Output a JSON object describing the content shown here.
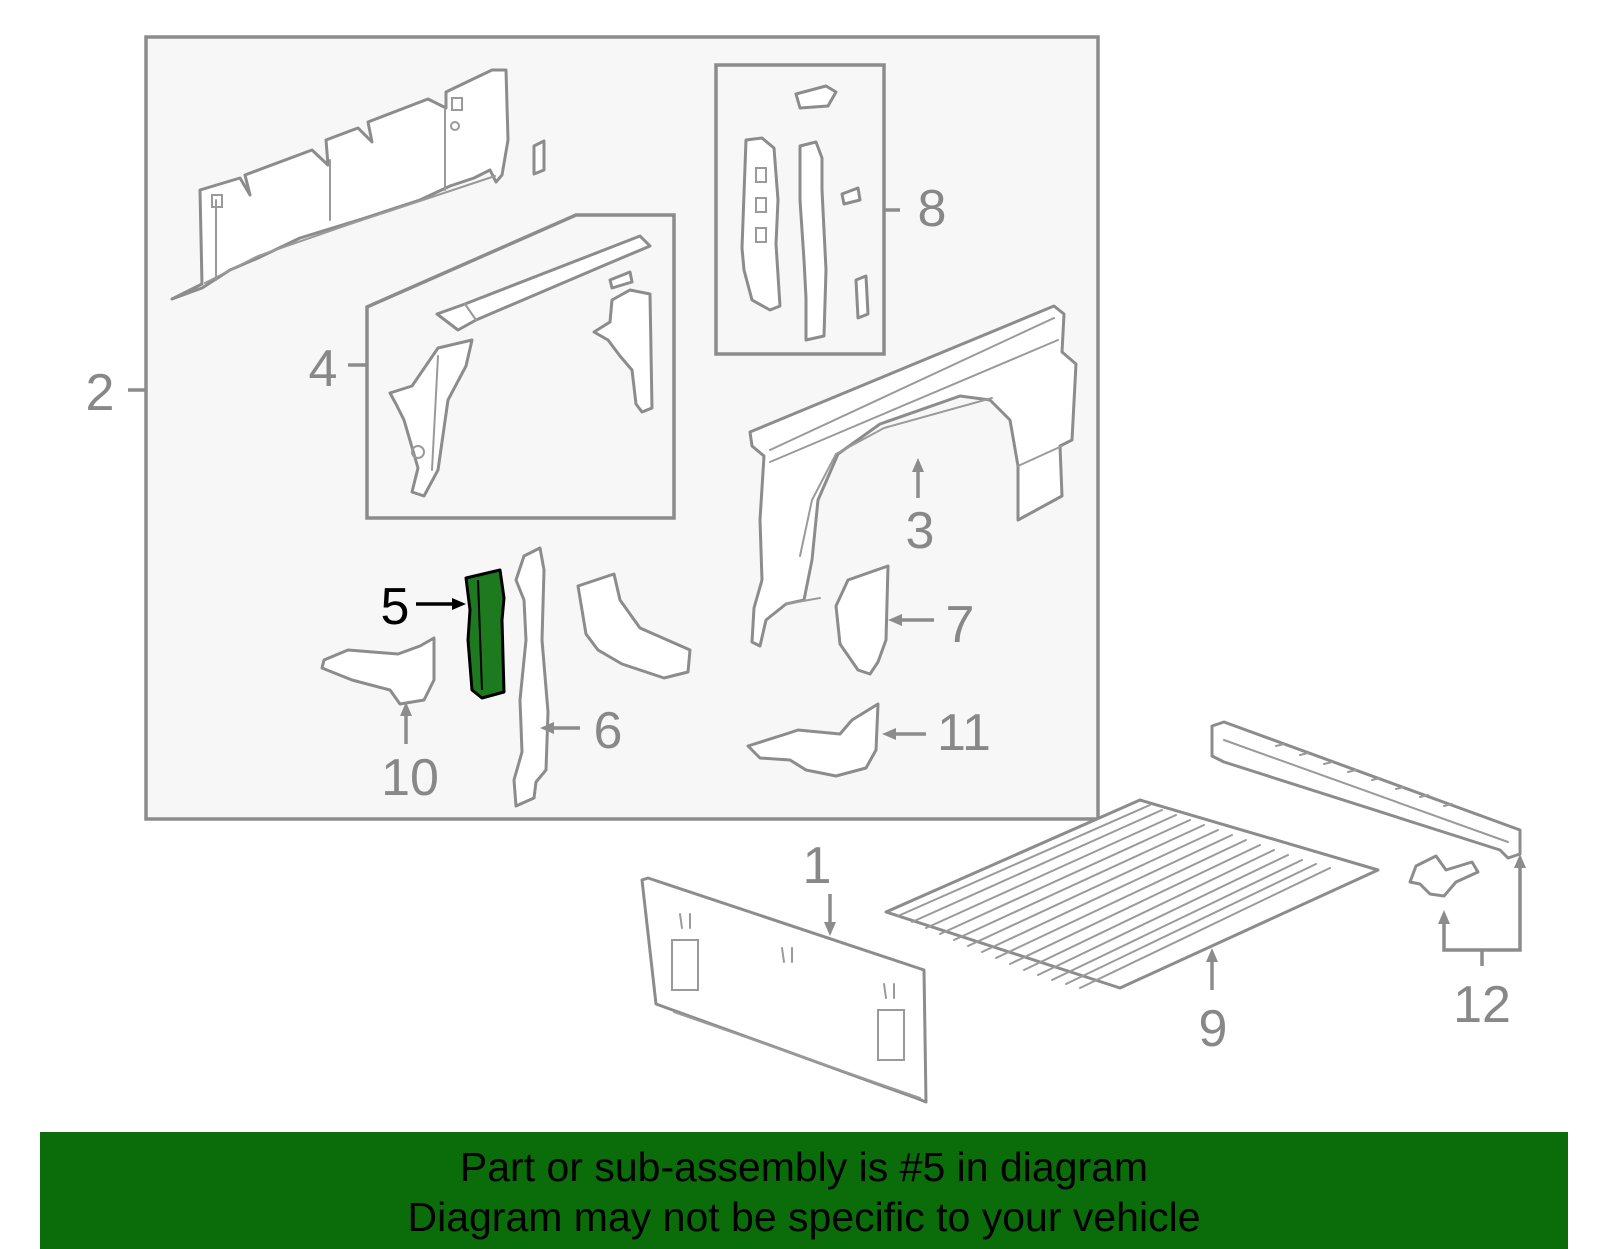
{
  "diagram": {
    "callouts": {
      "c1": "1",
      "c2": "2",
      "c3": "3",
      "c4": "4",
      "c5": "5",
      "c6": "6",
      "c7": "7",
      "c8": "8",
      "c9": "9",
      "c10": "10",
      "c11": "11",
      "c12": "12"
    },
    "highlighted_part": "5",
    "colors": {
      "highlight": "#1e7a1e",
      "banner": "#0a6d0a",
      "line": "#8c8c8c",
      "panel": "#f7f7f7"
    }
  },
  "banner": {
    "line1": "Part or sub-assembly is #5 in diagram",
    "line2": "Diagram may not be specific to your vehicle"
  }
}
